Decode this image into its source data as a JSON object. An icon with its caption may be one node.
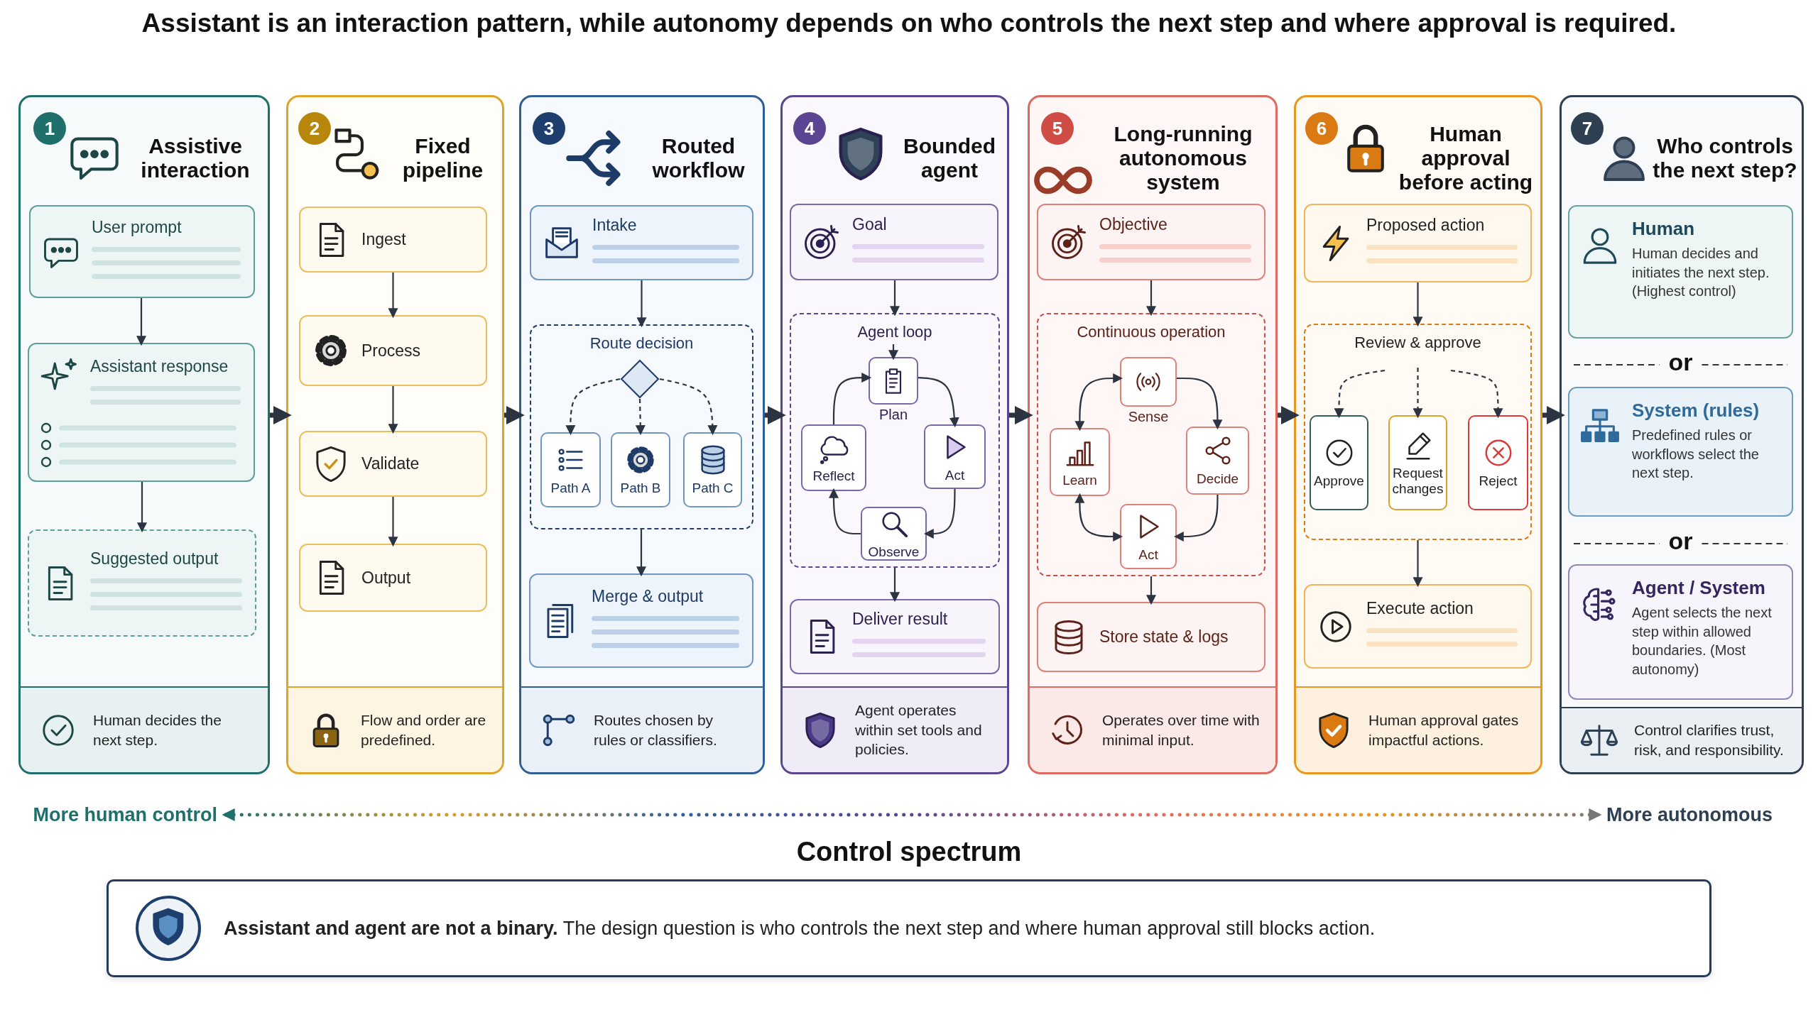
{
  "diagram": {
    "title": "Assistant is an interaction pattern, while autonomy depends on who controls the next step and where approval is required.",
    "nodes": [
      {
        "text": [
          "Assistive interaction"
        ]
      },
      {
        "text": [
          "1"
        ],
        "in": 0
      },
      {
        "text": [
          "User prompt"
        ],
        "in": 0
      },
      {
        "text": [
          "Assistant response"
        ],
        "in": 0
      },
      {
        "text": [
          "Suggested output"
        ],
        "in": 0
      },
      {
        "text": [
          "Human decides the next step."
        ],
        "in": 0
      },
      {
        "text": [
          "Fixed pipeline"
        ]
      },
      {
        "text": [
          "2"
        ],
        "in": 6
      },
      {
        "text": [
          "Ingest"
        ],
        "in": 6
      },
      {
        "text": [
          "Process"
        ],
        "in": 6
      },
      {
        "text": [
          "Validate"
        ],
        "in": 6
      },
      {
        "text": [
          "Output"
        ],
        "in": 6
      },
      {
        "text": [
          "Flow and order are predefined."
        ],
        "in": 6
      },
      {
        "text": [
          "Routed workflow"
        ]
      },
      {
        "text": [
          "3"
        ],
        "in": 13
      },
      {
        "text": [
          "Intake"
        ],
        "in": 13
      },
      {
        "text": [
          "Route decision"
        ],
        "in": 13
      },
      {
        "text": [],
        "shape": "diamond",
        "in": 16
      },
      {
        "text": [
          "Path A"
        ],
        "in": 16
      },
      {
        "text": [
          "Path B"
        ],
        "in": 16
      },
      {
        "text": [
          "Path C"
        ],
        "in": 16
      },
      {
        "text": [
          "Merge & output"
        ],
        "in": 13
      },
      {
        "text": [
          "Routes chosen by rules or classifiers."
        ],
        "in": 13
      },
      {
        "text": [
          "Bounded agent"
        ]
      },
      {
        "text": [
          "4"
        ],
        "in": 23
      },
      {
        "text": [
          "Goal"
        ],
        "in": 23
      },
      {
        "text": [
          "Agent loop"
        ],
        "in": 23
      },
      {
        "text": [
          "Plan"
        ],
        "in": 26
      },
      {
        "text": [
          "Reflect"
        ],
        "in": 26
      },
      {
        "text": [
          "Act"
        ],
        "in": 26
      },
      {
        "text": [
          "Observe"
        ],
        "in": 26
      },
      {
        "text": [
          "Deliver result"
        ],
        "in": 23
      },
      {
        "text": [
          "Agent operates within set tools and policies."
        ],
        "in": 23
      },
      {
        "text": [
          "Long-running autonomous system"
        ]
      },
      {
        "text": [
          "5"
        ],
        "in": 33
      },
      {
        "text": [
          "Objective"
        ],
        "in": 33
      },
      {
        "text": [
          "Continuous operation"
        ],
        "in": 33
      },
      {
        "text": [
          "Sense"
        ],
        "in": 36
      },
      {
        "text": [
          "Learn"
        ],
        "in": 36
      },
      {
        "text": [
          "Decide"
        ],
        "in": 36
      },
      {
        "text": [
          "Act"
        ],
        "in": 36
      },
      {
        "text": [
          "Store state & logs"
        ],
        "in": 33
      },
      {
        "text": [
          "Operates over time with minimal input."
        ],
        "in": 33
      },
      {
        "text": [
          "Human approval before acting"
        ]
      },
      {
        "text": [
          "6"
        ],
        "in": 43
      },
      {
        "text": [
          "Proposed action"
        ],
        "in": 43
      },
      {
        "text": [
          "Review & approve"
        ],
        "in": 43
      },
      {
        "text": [
          "Approve"
        ],
        "in": 46
      },
      {
        "text": [
          "Request changes"
        ],
        "in": 46
      },
      {
        "text": [
          "Reject"
        ],
        "in": 46
      },
      {
        "text": [
          "Execute action"
        ],
        "in": 43
      },
      {
        "text": [
          "Human approval gates impactful actions."
        ],
        "in": 43
      },
      {
        "text": [
          "Who controls the next step?"
        ]
      },
      {
        "text": [
          "7"
        ],
        "in": 52
      },
      {
        "text": [
          "Human",
          "Human decides and initiates the next step. (Highest control)"
        ],
        "in": 52
      },
      {
        "text": [
          "System (rules)",
          "Predefined rules or workflows select the next step."
        ],
        "in": 52
      },
      {
        "text": [
          "Agent / System",
          "Agent selects the next step within allowed boundaries. (Most autonomy)"
        ],
        "in": 52
      },
      {
        "text": [
          "Control clarifies trust, risk, and responsibility."
        ],
        "in": 52
      },
      {
        "text": [
          "More human control"
        ]
      },
      {
        "text": [
          "More autonomous"
        ]
      },
      {
        "text": [
          "**Assistant and agent are not a binary.** The design question is who controls the next step and where human approval still blocks action."
        ]
      }
    ],
    "edges": [
      {
        "from": 0,
        "to": 6,
        "arrow": "to",
        "style": "thick"
      },
      {
        "from": 6,
        "to": 13,
        "arrow": "to",
        "style": "thick"
      },
      {
        "from": 13,
        "to": 23,
        "arrow": "to",
        "style": "thick"
      },
      {
        "from": 23,
        "to": 33,
        "arrow": "to",
        "style": "thick"
      },
      {
        "from": 33,
        "to": 43,
        "arrow": "to",
        "style": "thick"
      },
      {
        "from": 43,
        "to": 52,
        "arrow": "to",
        "style": "thick"
      },
      {
        "from": 2,
        "to": 3,
        "arrow": "to"
      },
      {
        "from": 3,
        "to": 4,
        "arrow": "to"
      },
      {
        "from": 8,
        "to": 9,
        "arrow": "to"
      },
      {
        "from": 9,
        "to": 10,
        "arrow": "to"
      },
      {
        "from": 10,
        "to": 11,
        "arrow": "to"
      },
      {
        "from": 15,
        "to": 16,
        "arrow": "to"
      },
      {
        "from": 17,
        "to": 18,
        "arrow": "to",
        "style": "dashed"
      },
      {
        "from": 17,
        "to": 19,
        "arrow": "to",
        "style": "dashed"
      },
      {
        "from": 17,
        "to": 20,
        "arrow": "to",
        "style": "dashed"
      },
      {
        "from": 16,
        "to": 21,
        "arrow": "to"
      },
      {
        "from": 25,
        "to": 26,
        "arrow": "to"
      },
      {
        "from": null,
        "to": 27,
        "arrow": "to"
      },
      {
        "from": 27,
        "to": 29,
        "arrow": "to"
      },
      {
        "from": 29,
        "to": 30,
        "arrow": "to"
      },
      {
        "from": 30,
        "to": 28,
        "arrow": "to"
      },
      {
        "from": 28,
        "to": 27,
        "arrow": "to"
      },
      {
        "from": 26,
        "to": 31,
        "arrow": "to"
      },
      {
        "from": 35,
        "to": 36,
        "arrow": "to"
      },
      {
        "from": 37,
        "to": 39,
        "arrow": "to"
      },
      {
        "from": 39,
        "to": 40,
        "arrow": "to"
      },
      {
        "from": 40,
        "to": 38,
        "arrow": "both"
      },
      {
        "from": 38,
        "to": 37,
        "arrow": "both"
      },
      {
        "from": 36,
        "to": 41,
        "arrow": "to"
      },
      {
        "from": 45,
        "to": 46,
        "arrow": "to"
      },
      {
        "from": null,
        "to": 47,
        "arrow": "to",
        "style": "dashed"
      },
      {
        "from": null,
        "to": 48,
        "arrow": "to",
        "style": "dashed"
      },
      {
        "from": null,
        "to": 49,
        "arrow": "to",
        "style": "dashed"
      },
      {
        "from": 46,
        "to": 50,
        "arrow": "to"
      },
      {
        "from": 58,
        "to": 59,
        "arrow": "both",
        "style": "dashed"
      }
    ],
    "labels": [
      "or",
      "or",
      "Control spectrum"
    ]
  }
}
